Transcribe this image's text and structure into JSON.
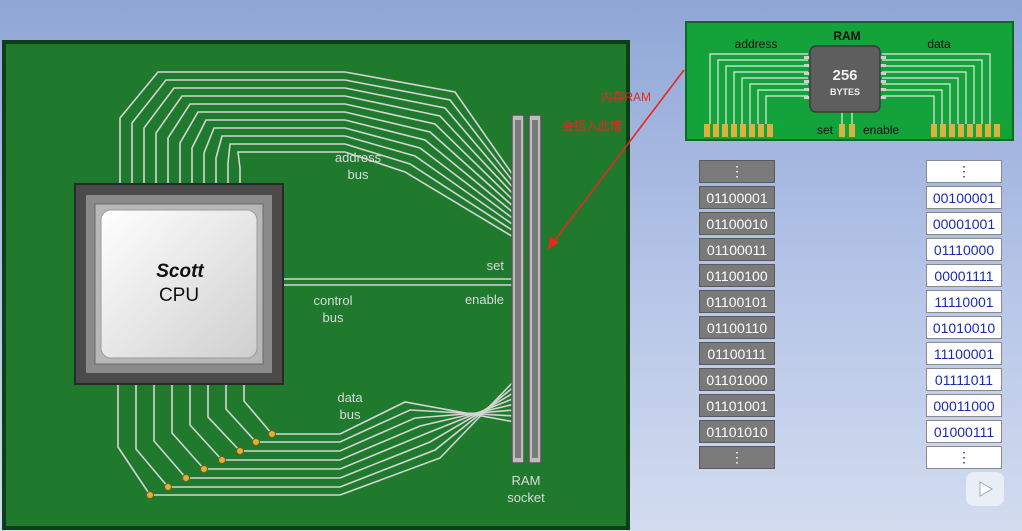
{
  "board": {
    "cpu_name": "Scott",
    "cpu_label": "CPU",
    "address_bus": [
      "address",
      "bus"
    ],
    "control_bus": [
      "control",
      "bus"
    ],
    "data_bus": [
      "data",
      "bus"
    ],
    "set_label": "set",
    "enable_label": "enable",
    "socket_label": [
      "RAM",
      "socket"
    ]
  },
  "ram_chip": {
    "title": "RAM",
    "address_label": "address",
    "data_label": "data",
    "size_value": "256",
    "size_unit": "BYTES",
    "set_label": "set",
    "enable_label": "enable"
  },
  "annotation": {
    "line1": "内存RAM",
    "line2": "会插入此槽",
    "color": "#e8261e"
  },
  "memory": {
    "addresses": [
      "⋮",
      "01100001",
      "01100010",
      "01100011",
      "01100100",
      "01100101",
      "01100110",
      "01100111",
      "01101000",
      "01101001",
      "01101010",
      "⋮"
    ],
    "values": [
      "⋮",
      "00100001",
      "00001001",
      "01110000",
      "00001111",
      "11110001",
      "01010010",
      "11100001",
      "01111011",
      "00011000",
      "01000111",
      "⋮"
    ]
  },
  "icons": {
    "play": "play-icon"
  }
}
